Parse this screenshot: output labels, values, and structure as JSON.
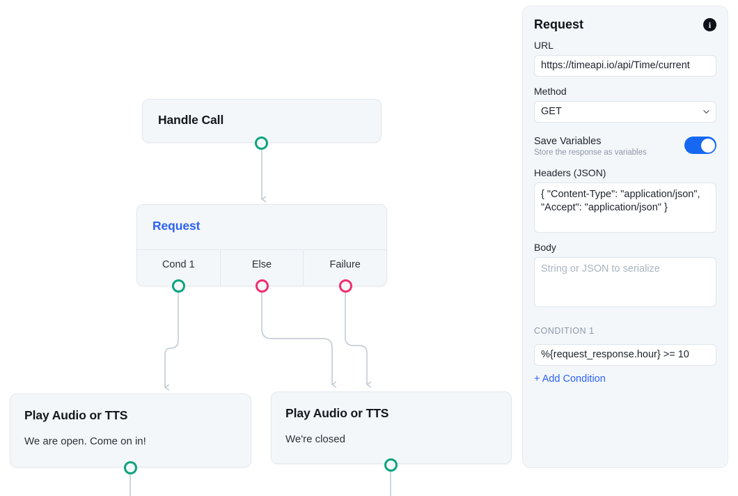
{
  "canvas": {
    "nodes": [
      {
        "id": "handle-call",
        "title": "Handle Call",
        "subtitle": "",
        "port": "output"
      },
      {
        "id": "request",
        "title": "Request",
        "outputs": [
          "Cond 1",
          "Else",
          "Failure"
        ]
      },
      {
        "id": "play-open",
        "title": "Play Audio or TTS",
        "subtitle": "We are open. Come on in!"
      },
      {
        "id": "play-closed",
        "title": "Play Audio or TTS",
        "subtitle": "We're closed"
      }
    ]
  },
  "panel": {
    "title": "Request",
    "info_icon": "info-icon",
    "url": {
      "label": "URL",
      "value": "https://timeapi.io/api/Time/current"
    },
    "method": {
      "label": "Method",
      "value": "GET",
      "chevron": "chevron-down-icon"
    },
    "save_variables": {
      "label": "Save Variables",
      "help": "Store the response as variables",
      "enabled": true
    },
    "headers": {
      "label": "Headers (JSON)",
      "value": "{ \"Content-Type\": \"application/json\", \"Accept\": \"application/json\" }"
    },
    "body": {
      "label": "Body",
      "value": "",
      "placeholder": "String or JSON to serialize"
    },
    "condition_section": {
      "label": "CONDITION 1",
      "value": "%{request_response.hour} >= 10",
      "add_label": "+ Add Condition"
    }
  },
  "colors": {
    "port_success": "#0ba37f",
    "port_failure": "#ef2d6d",
    "accent_blue": "#2b62f5",
    "toggle_on": "#1668f2",
    "node_bg": "#f4f7f9",
    "panel_bg": "#f4f7fa",
    "edge": "#c6ced6"
  }
}
